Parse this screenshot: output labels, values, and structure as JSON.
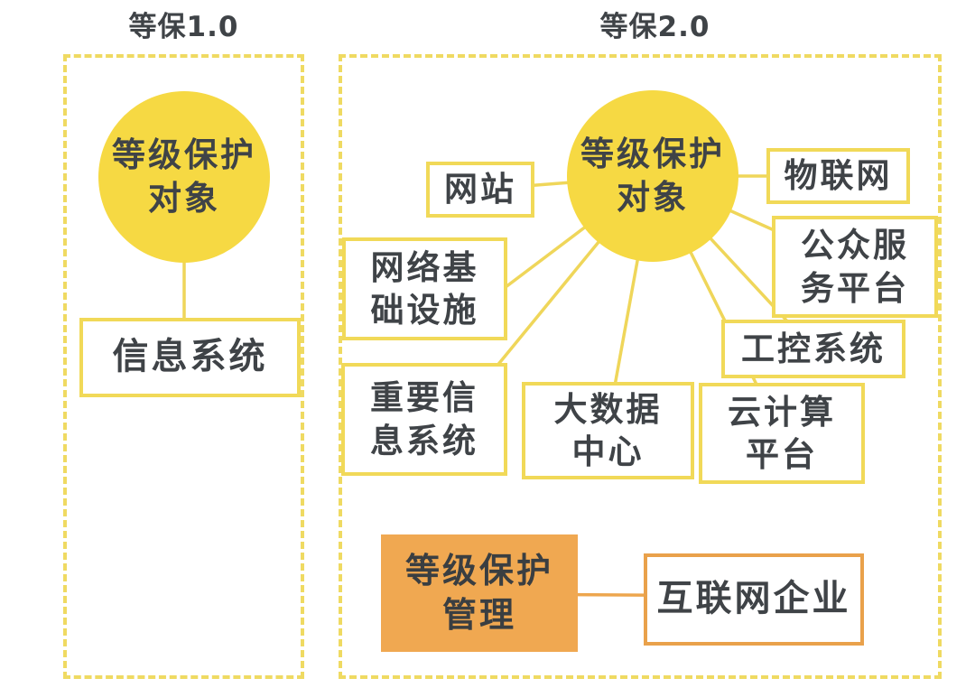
{
  "titles": {
    "left": "等保1.0",
    "right": "等保2.0"
  },
  "colors": {
    "circle_fill": "#F6D943",
    "node_border": "#F1D958",
    "panel_dashed_border": "#EFDA62",
    "connector_yellow": "#EFD65A",
    "connector_orange": "#EDA64E",
    "management_fill": "#F0A851",
    "enterprise_border": "#E9A14B",
    "text": "#3F4347"
  },
  "left_panel": {
    "circle": {
      "lines": [
        "等级保护",
        "对象"
      ]
    },
    "node": {
      "label": "信息系统"
    }
  },
  "right_panel": {
    "circle": {
      "lines": [
        "等级保护",
        "对象"
      ]
    },
    "nodes": [
      {
        "lines": [
          "网站"
        ]
      },
      {
        "lines": [
          "物联网"
        ]
      },
      {
        "lines": [
          "公众服",
          "务平台"
        ]
      },
      {
        "lines": [
          "工控系统"
        ]
      },
      {
        "lines": [
          "云计算",
          "平台"
        ]
      },
      {
        "lines": [
          "大数据",
          "中心"
        ]
      },
      {
        "lines": [
          "重要信",
          "息系统"
        ]
      },
      {
        "lines": [
          "网络基",
          "础设施"
        ]
      }
    ],
    "management": {
      "lines": [
        "等级保护",
        "管理"
      ]
    },
    "management_target": {
      "label": "互联网企业"
    }
  }
}
